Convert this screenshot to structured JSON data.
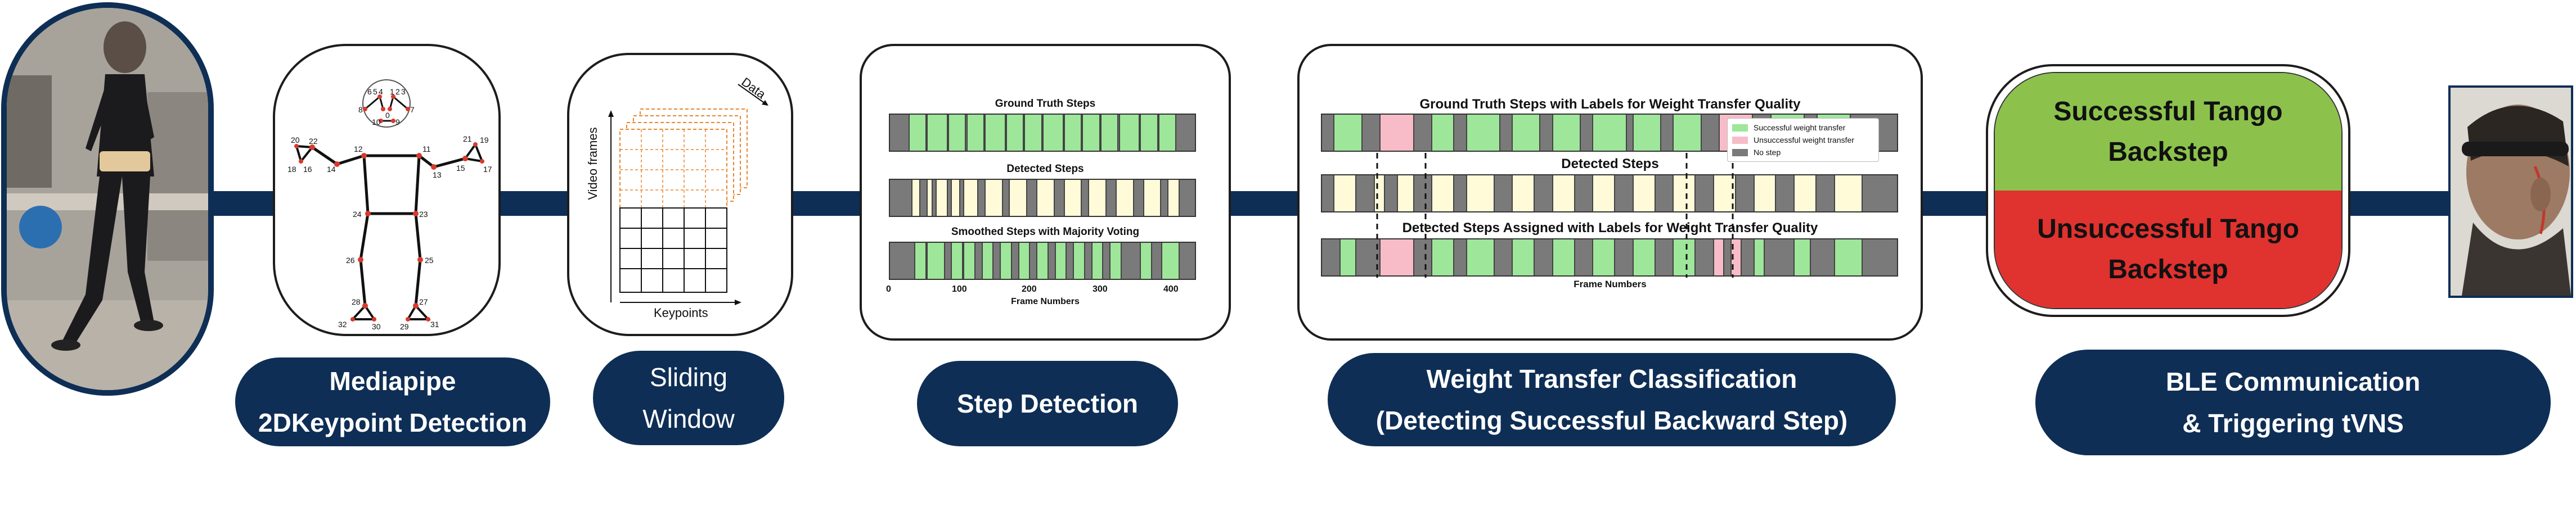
{
  "colors": {
    "navy": "#0e2e55",
    "success_green": "#9ee69a",
    "fail_pink": "#f7bcc8",
    "detected_yellow": "#fffbd9",
    "no_step_gray": "#7a7a7a",
    "keypoint_red": "#d83a2e",
    "result_green": "#8cc24c",
    "result_red": "#e0322f"
  },
  "stages": [
    {
      "id": "mediapipe",
      "line1": "Mediapipe",
      "line2": "2DKeypoint Detection"
    },
    {
      "id": "sliding",
      "line1": "Sliding",
      "line2": "Window"
    },
    {
      "id": "step",
      "line1": "Step Detection",
      "line2": ""
    },
    {
      "id": "weight",
      "line1": "Weight Transfer Classification",
      "line2": "(Detecting Successful Backward Step)"
    },
    {
      "id": "ble",
      "line1": "BLE Communication",
      "line2": "& Triggering tVNS"
    }
  ],
  "skeleton": {
    "keypoint_numbers": [
      "6",
      "5",
      "4",
      "1",
      "2",
      "3",
      "8",
      "10",
      "9",
      "7",
      "0",
      "20",
      "22",
      "18",
      "16",
      "14",
      "12",
      "11",
      "13",
      "15",
      "21",
      "19",
      "17",
      "24",
      "23",
      "26",
      "25",
      "28",
      "27",
      "32",
      "30",
      "29",
      "31"
    ]
  },
  "sliding_window": {
    "y_axis_label": "Video frames",
    "x_axis_label": "Keypoints",
    "depth_label": "Data"
  },
  "step_detection": {
    "rows": [
      {
        "title": "Ground Truth Steps"
      },
      {
        "title": "Detected Steps"
      },
      {
        "title": "Smoothed Steps with Majority Voting"
      }
    ],
    "x_ticks": [
      "0",
      "100",
      "200",
      "300",
      "400"
    ],
    "x_label": "Frame Numbers"
  },
  "weight_transfer": {
    "rows": [
      {
        "title": "Ground Truth Steps with Labels for Weight Transfer Quality"
      },
      {
        "title": "Detected Steps"
      },
      {
        "title": "Detected Steps Assigned with Labels for Weight Transfer Quality"
      }
    ],
    "legend": [
      {
        "label": "Successful weight transfer",
        "color": "#9ee69a"
      },
      {
        "label": "Unsuccessful weight transfer",
        "color": "#f7bcc8"
      },
      {
        "label": "No step",
        "color": "#7a7a7a"
      }
    ],
    "x_label": "Frame Numbers"
  },
  "result": {
    "success_line1": "Successful Tango",
    "success_line2": "Backstep",
    "fail_line1": "Unsuccessful Tango",
    "fail_line2": "Backstep"
  }
}
